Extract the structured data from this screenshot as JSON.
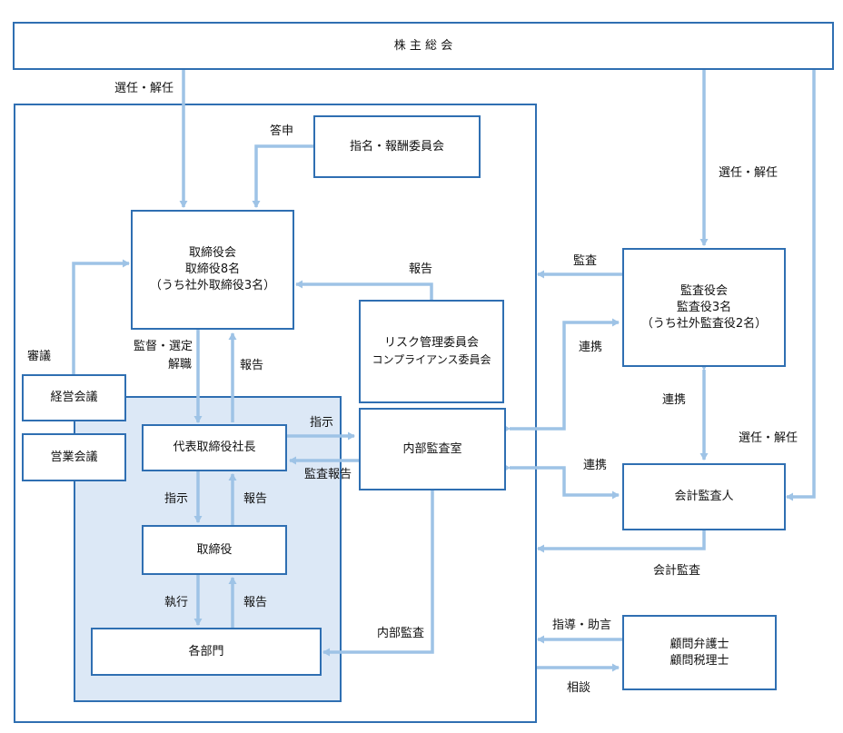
{
  "nodes": {
    "shareholders": "株 主 総 会",
    "nomination": "指名・報酬委員会",
    "board": [
      "取締役会",
      "取締役8名",
      "（うち社外取締役3名）"
    ],
    "risk": [
      "リスク管理委員会",
      "コンプライアンス委員会"
    ],
    "management_meeting": "経営会議",
    "sales_meeting": "営業会議",
    "president": "代表取締役社長",
    "internal_audit": "内部監査室",
    "directors": "取締役",
    "departments": "各部門",
    "auditors": [
      "監査役会",
      "監査役3名",
      "（うち社外監査役2名）"
    ],
    "accounting_auditor": "会計監査人",
    "advisors": [
      "顧問弁護士",
      "顧問税理士"
    ]
  },
  "labels": {
    "elect_dismiss_board": "選任・解任",
    "report_back": "答申",
    "elect_dismiss_auditors": "選任・解任",
    "audit": "監査",
    "report_risk": "報告",
    "deliberation": "審議",
    "supervise_select": "監督・選定",
    "dismiss": "解職",
    "report_president": "報告",
    "coop_1": "連携",
    "coop_2": "連携",
    "coop_3": "連携",
    "elect_dismiss_accounting": "選任・解任",
    "instruct_audit": "指示",
    "audit_report": "監査報告",
    "instruct_directors": "指示",
    "report_directors": "報告",
    "accounting_audit": "会計監査",
    "execute": "執行",
    "report_departments": "報告",
    "internal_audit_arrow": "内部監査",
    "guidance_advice": "指導・助言",
    "consultation": "相談"
  },
  "colors": {
    "box_border": "#2f6fb2",
    "arrow": "#9ec3e6",
    "shade": "#dce8f6"
  }
}
